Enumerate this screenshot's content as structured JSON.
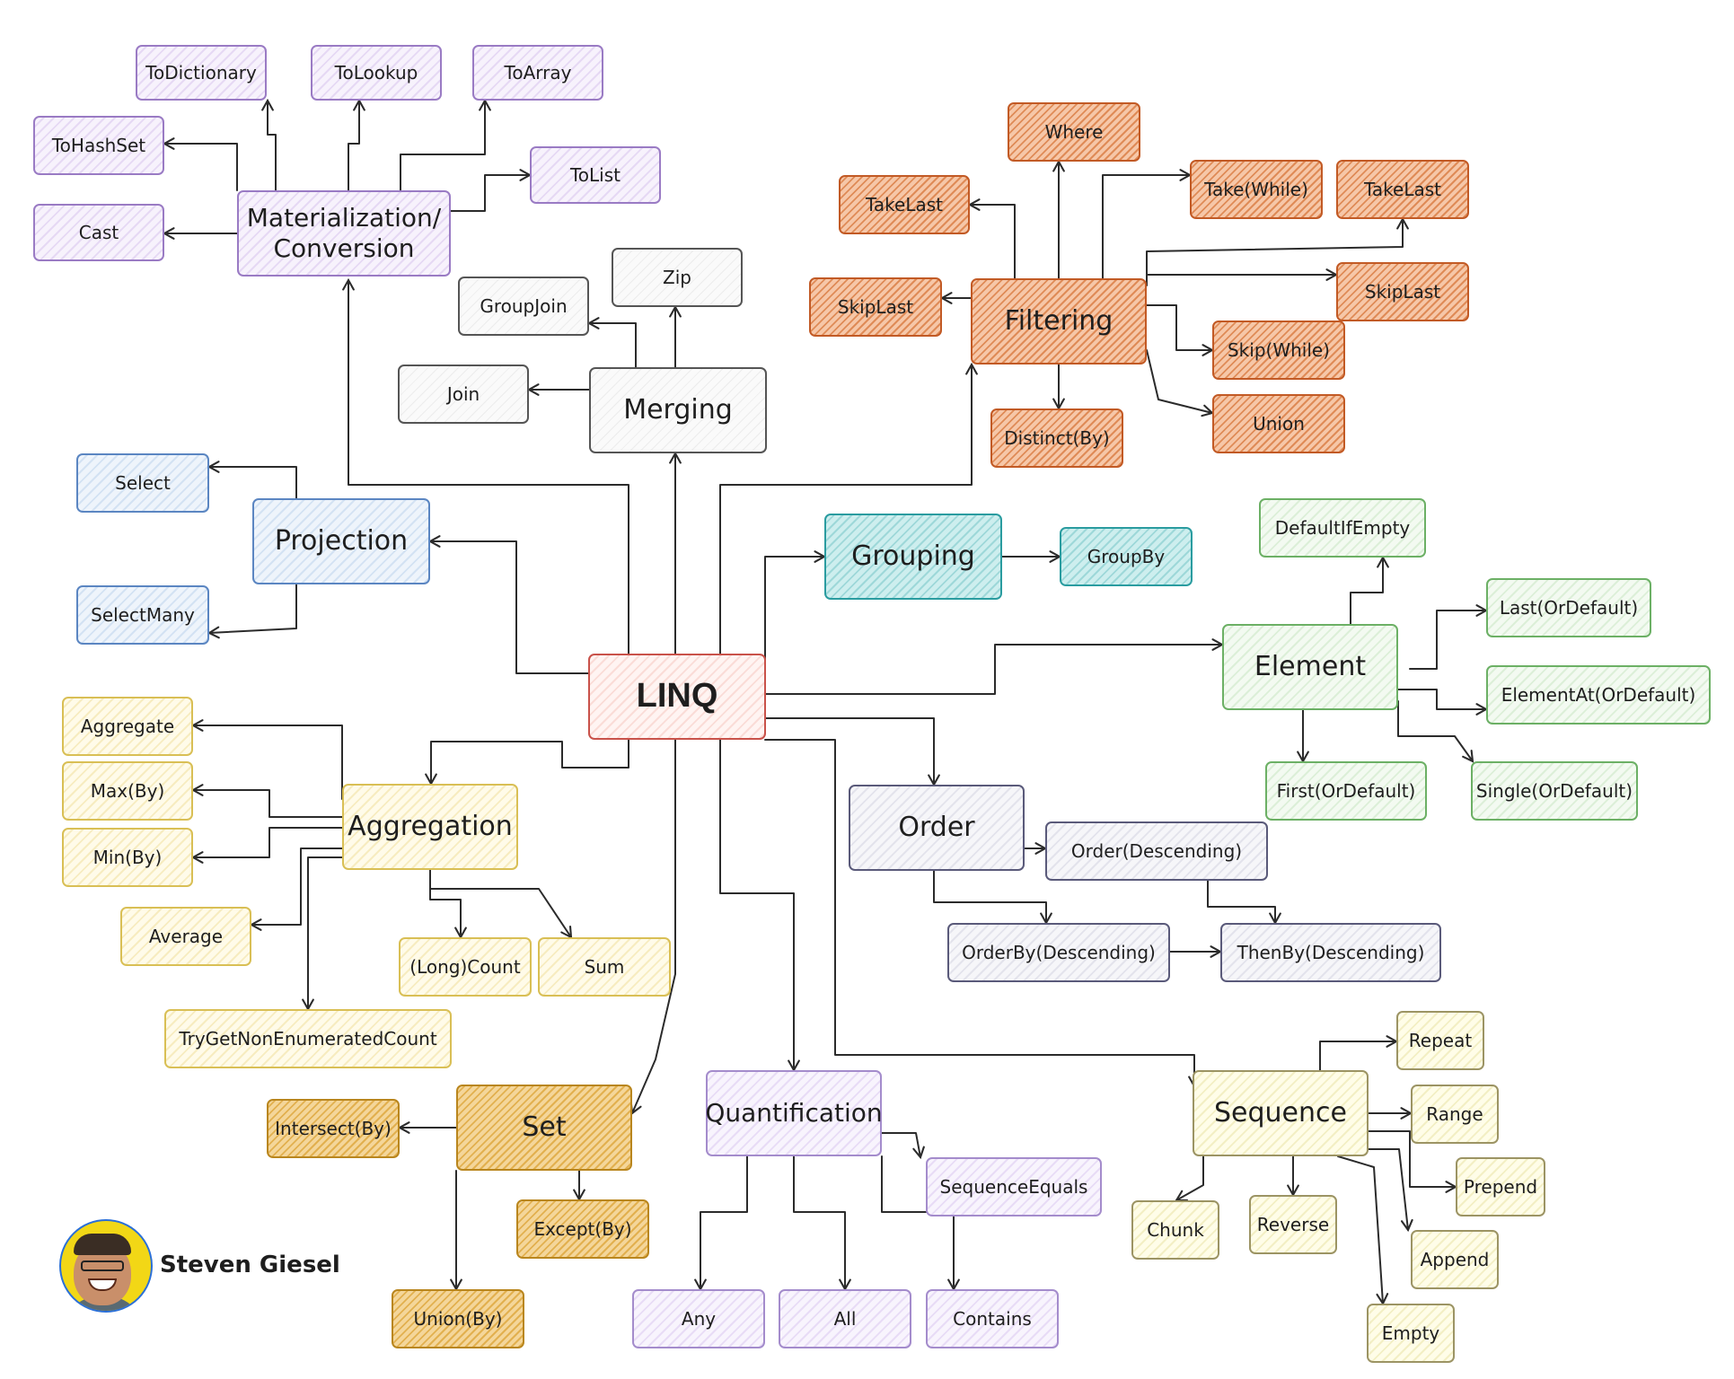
{
  "diagram": {
    "root": "LINQ",
    "categories": [
      {
        "id": "materialization",
        "label": "Materialization/ Conversion",
        "methods": [
          "ToDictionary",
          "ToLookup",
          "ToArray",
          "ToHashSet",
          "ToList",
          "Cast"
        ]
      },
      {
        "id": "merging",
        "label": "Merging",
        "methods": [
          "Zip",
          "GroupJoin",
          "Join"
        ]
      },
      {
        "id": "filtering",
        "label": "Filtering",
        "methods": [
          "Where",
          "TakeLast",
          "Take(While)",
          "TakeLast",
          "SkipLast",
          "SkipLast",
          "Skip(While)",
          "Union",
          "Distinct(By)"
        ]
      },
      {
        "id": "projection",
        "label": "Projection",
        "methods": [
          "Select",
          "SelectMany"
        ]
      },
      {
        "id": "grouping",
        "label": "Grouping",
        "methods": [
          "GroupBy"
        ]
      },
      {
        "id": "element",
        "label": "Element",
        "methods": [
          "DefaultIfEmpty",
          "Last(OrDefault)",
          "ElementAt(OrDefault)",
          "First(OrDefault)",
          "Single(OrDefault)"
        ]
      },
      {
        "id": "aggregation",
        "label": "Aggregation",
        "methods": [
          "Aggregate",
          "Max(By)",
          "Min(By)",
          "Average",
          "(Long)Count",
          "Sum",
          "TryGetNonEnumeratedCount"
        ]
      },
      {
        "id": "order",
        "label": "Order",
        "methods": [
          "Order(Descending)",
          "OrderBy(Descending)",
          "ThenBy(Descending)"
        ]
      },
      {
        "id": "set",
        "label": "Set",
        "methods": [
          "Intersect(By)",
          "Except(By)",
          "Union(By)"
        ]
      },
      {
        "id": "quantification",
        "label": "Quantification",
        "methods": [
          "SequenceEquals",
          "Any",
          "All",
          "Contains"
        ]
      },
      {
        "id": "sequence",
        "label": "Sequence",
        "methods": [
          "Repeat",
          "Range",
          "Prepend",
          "Append",
          "Empty",
          "Chunk",
          "Reverse"
        ]
      }
    ]
  },
  "nodes": {
    "linq": "LINQ",
    "materialization": "Materialization/ Conversion",
    "to_dictionary": "ToDictionary",
    "to_lookup": "ToLookup",
    "to_array": "ToArray",
    "to_hashset": "ToHashSet",
    "to_list": "ToList",
    "cast": "Cast",
    "merging": "Merging",
    "zip": "Zip",
    "group_join": "GroupJoin",
    "join": "Join",
    "filtering": "Filtering",
    "where": "Where",
    "take_last_left": "TakeLast",
    "take_while": "Take(While)",
    "take_last_right": "TakeLast",
    "skip_last_left": "SkipLast",
    "skip_last_right": "SkipLast",
    "skip_while": "Skip(While)",
    "union": "Union",
    "distinct_by": "Distinct(By)",
    "projection": "Projection",
    "select": "Select",
    "select_many": "SelectMany",
    "grouping": "Grouping",
    "group_by": "GroupBy",
    "element": "Element",
    "default_if_empty": "DefaultIfEmpty",
    "last_or_default": "Last(OrDefault)",
    "element_at": "ElementAt(OrDefault)",
    "first_or_default": "First(OrDefault)",
    "single_or_default": "Single(OrDefault)",
    "aggregation": "Aggregation",
    "aggregate": "Aggregate",
    "max_by": "Max(By)",
    "min_by": "Min(By)",
    "average": "Average",
    "long_count": "(Long)Count",
    "sum": "Sum",
    "try_get_count": "TryGetNonEnumeratedCount",
    "order": "Order",
    "order_desc": "Order(Descending)",
    "order_by_desc": "OrderBy(Descending)",
    "then_by_desc": "ThenBy(Descending)",
    "set": "Set",
    "intersect_by": "Intersect(By)",
    "except_by": "Except(By)",
    "union_by": "Union(By)",
    "quantification": "Quantification",
    "sequence_equals": "SequenceEquals",
    "any": "Any",
    "all": "All",
    "contains": "Contains",
    "sequence": "Sequence",
    "repeat": "Repeat",
    "range": "Range",
    "prepend": "Prepend",
    "append": "Append",
    "empty": "Empty",
    "chunk": "Chunk",
    "reverse": "Reverse"
  },
  "edges": [
    [
      "linq",
      "materialization"
    ],
    [
      "linq",
      "merging"
    ],
    [
      "linq",
      "filtering"
    ],
    [
      "linq",
      "projection"
    ],
    [
      "linq",
      "grouping"
    ],
    [
      "linq",
      "element"
    ],
    [
      "linq",
      "aggregation"
    ],
    [
      "linq",
      "order"
    ],
    [
      "linq",
      "set"
    ],
    [
      "linq",
      "quantification"
    ],
    [
      "linq",
      "sequence"
    ],
    [
      "materialization",
      "to_dictionary"
    ],
    [
      "materialization",
      "to_lookup"
    ],
    [
      "materialization",
      "to_array"
    ],
    [
      "materialization",
      "to_hashset"
    ],
    [
      "materialization",
      "to_list"
    ],
    [
      "materialization",
      "cast"
    ],
    [
      "merging",
      "zip"
    ],
    [
      "merging",
      "group_join"
    ],
    [
      "merging",
      "join"
    ],
    [
      "filtering",
      "where"
    ],
    [
      "filtering",
      "take_last_left"
    ],
    [
      "filtering",
      "take_while"
    ],
    [
      "filtering",
      "take_last_right"
    ],
    [
      "filtering",
      "skip_last_left"
    ],
    [
      "filtering",
      "skip_last_right"
    ],
    [
      "filtering",
      "skip_while"
    ],
    [
      "filtering",
      "union"
    ],
    [
      "filtering",
      "distinct_by"
    ],
    [
      "projection",
      "select"
    ],
    [
      "projection",
      "select_many"
    ],
    [
      "grouping",
      "group_by"
    ],
    [
      "element",
      "default_if_empty"
    ],
    [
      "element",
      "last_or_default"
    ],
    [
      "element",
      "element_at"
    ],
    [
      "element",
      "first_or_default"
    ],
    [
      "element",
      "single_or_default"
    ],
    [
      "aggregation",
      "aggregate"
    ],
    [
      "aggregation",
      "max_by"
    ],
    [
      "aggregation",
      "min_by"
    ],
    [
      "aggregation",
      "average"
    ],
    [
      "aggregation",
      "long_count"
    ],
    [
      "aggregation",
      "sum"
    ],
    [
      "aggregation",
      "try_get_count"
    ],
    [
      "order",
      "order_desc"
    ],
    [
      "order",
      "order_by_desc"
    ],
    [
      "order_desc",
      "then_by_desc"
    ],
    [
      "order_by_desc",
      "then_by_desc"
    ],
    [
      "set",
      "intersect_by"
    ],
    [
      "set",
      "except_by"
    ],
    [
      "set",
      "union_by"
    ],
    [
      "quantification",
      "sequence_equals"
    ],
    [
      "quantification",
      "any"
    ],
    [
      "quantification",
      "all"
    ],
    [
      "quantification",
      "contains"
    ],
    [
      "sequence",
      "repeat"
    ],
    [
      "sequence",
      "range"
    ],
    [
      "sequence",
      "prepend"
    ],
    [
      "sequence",
      "append"
    ],
    [
      "sequence",
      "empty"
    ],
    [
      "sequence",
      "chunk"
    ],
    [
      "sequence",
      "reverse"
    ]
  ],
  "author": {
    "name": "Steven Giesel",
    "photo": "author-photo"
  },
  "colors": {
    "materialization": "#9a7bc4",
    "filtering": "#c25a25",
    "merging": "#555555",
    "projection": "#5b86c2",
    "grouping": "#2a9ca0",
    "element": "#6cb065",
    "linq": "#c9524a",
    "aggregation": "#d9bf55",
    "set": "#b9861e",
    "order": "#5a5a7a",
    "quantification": "#a48ccc",
    "sequence": "#9c9464",
    "edge": "#2b2b2b"
  }
}
